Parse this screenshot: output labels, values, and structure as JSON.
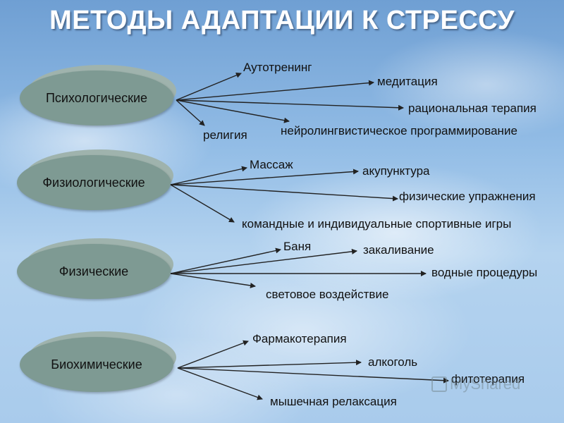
{
  "title": "МЕТОДЫ АДАПТАЦИИ К СТРЕССУ",
  "colors": {
    "ellipse_fill": "#7e9a93",
    "ellipse_back": "#9fb3ad",
    "title": "#ffffff",
    "text": "#111111"
  },
  "groups": [
    {
      "category": "Психологические",
      "methods": [
        "Аутотренинг",
        "медитация",
        "рациональная терапия",
        "нейролингвистическое программирование",
        "религия"
      ]
    },
    {
      "category": "Физиологические",
      "methods": [
        "Массаж",
        "акупунктура",
        "физические упражнения",
        "командные и индивидуальные спортивные игры"
      ]
    },
    {
      "category": "Физические",
      "methods": [
        "Баня",
        "закаливание",
        "водные процедуры",
        "световое воздействие"
      ]
    },
    {
      "category": "Биохимические",
      "methods": [
        "Фармакотерапия",
        "алкоголь",
        "фитотерапия",
        "мышечная релаксация"
      ]
    }
  ],
  "watermark": "MyShared"
}
